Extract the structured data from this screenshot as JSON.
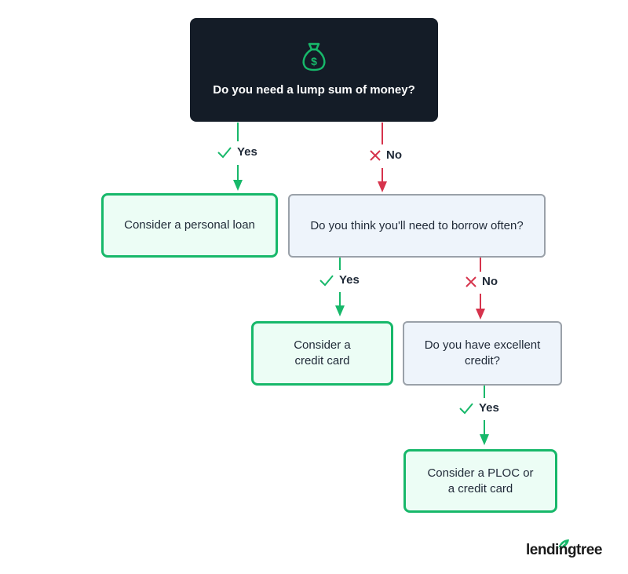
{
  "start": {
    "question": "Do you need a lump sum of money?",
    "icon": "money-bag-icon"
  },
  "nodes": {
    "personal_loan": "Consider a personal loan",
    "borrow_often": "Do you think you'll need to borrow often?",
    "credit_card": "Consider a\ncredit card",
    "excellent_credit": "Do you have excellent\ncredit?",
    "ploc": "Consider a PLOC or\na credit card"
  },
  "labels": {
    "yes": "Yes",
    "no": "No"
  },
  "brand": {
    "logo_text": "lendingtree"
  },
  "colors": {
    "yes": "#17b86a",
    "no": "#d6334c",
    "dark": "#141c27",
    "answer_bg": "#ecfdf5",
    "question_bg": "#eef4fb"
  }
}
